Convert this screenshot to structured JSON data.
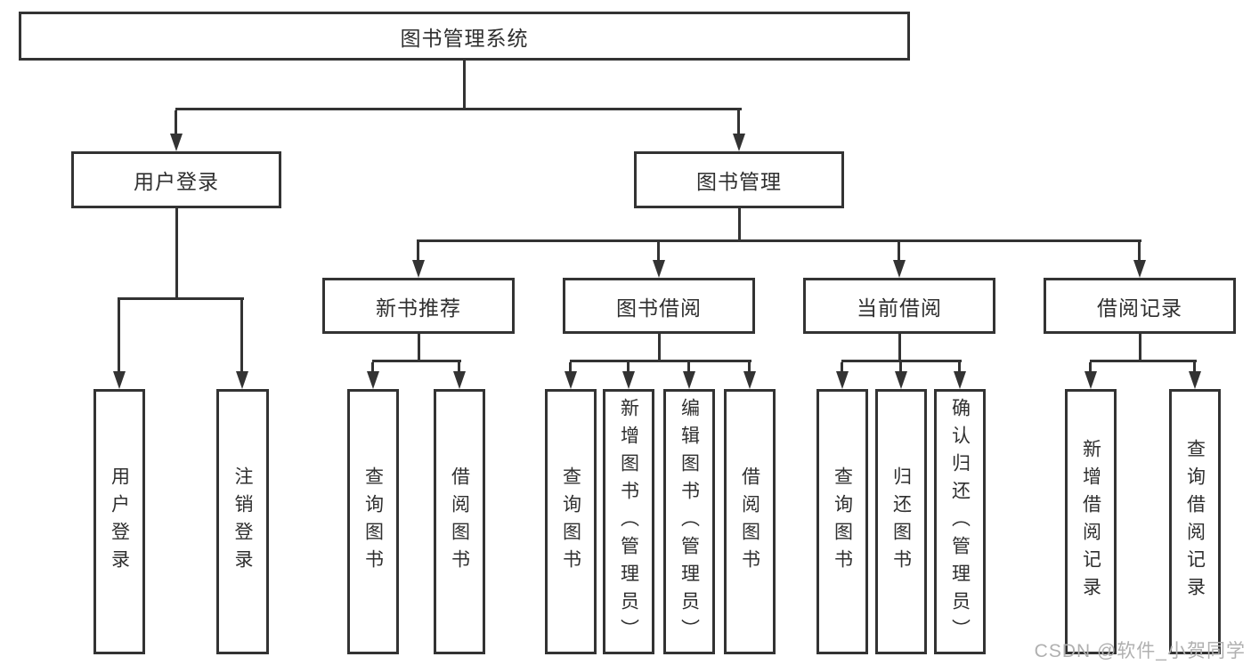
{
  "diagram": {
    "root_label": "图书管理系统",
    "level2": {
      "user_login": "用户登录",
      "book_management": "图书管理"
    },
    "level3": {
      "new_book_recommend": "新书推荐",
      "book_borrow": "图书借阅",
      "current_borrow": "当前借阅",
      "borrow_record": "借阅记录"
    },
    "leaves": {
      "user_login": [
        "用户登录",
        "注销登录"
      ],
      "new_book_recommend": [
        "查询图书",
        "借阅图书"
      ],
      "book_borrow": [
        "查询图书",
        "新增图书（管理员）",
        "编辑图书（管理员）",
        "借阅图书"
      ],
      "current_borrow": [
        "查询图书",
        "归还图书",
        "确认归还（管理员）"
      ],
      "borrow_record": [
        "新增借阅记录",
        "查询借阅记录"
      ]
    },
    "colors": {
      "line": "#333333",
      "text": "#2f2f2f",
      "watermark": "#b0b0b0",
      "background": "#ffffff"
    }
  },
  "watermark": {
    "text": "CSDN @软件_小贺同学"
  }
}
